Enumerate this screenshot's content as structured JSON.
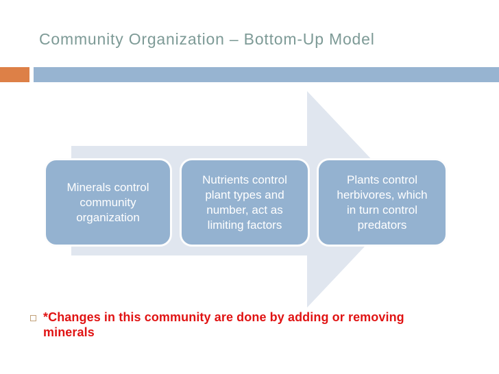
{
  "slide": {
    "title": "Community Organization – Bottom-Up Model",
    "title_color": "#7d9a96",
    "accent_bar": {
      "orange_color": "#dd8047",
      "blue_color": "#97b4d1"
    },
    "diagram": {
      "type": "process-arrow-right",
      "arrow_color": "#e0e6ef",
      "box_color": "#94b2d0",
      "box_text_color": "#ffffff",
      "steps": [
        {
          "label": "Minerals control\ncommunity\norganization"
        },
        {
          "label": "Nutrients control\nplant types and\nnumber, act as\nlimiting factors"
        },
        {
          "label": "Plants control\nherbivores, which\nin turn control\npredators"
        }
      ]
    },
    "footnote": {
      "marker": "hollow-square-bullet",
      "bullet_border_color": "#c1a078",
      "color": "#e01313",
      "text": "*Changes in this community are done by adding or removing\nminerals"
    }
  }
}
